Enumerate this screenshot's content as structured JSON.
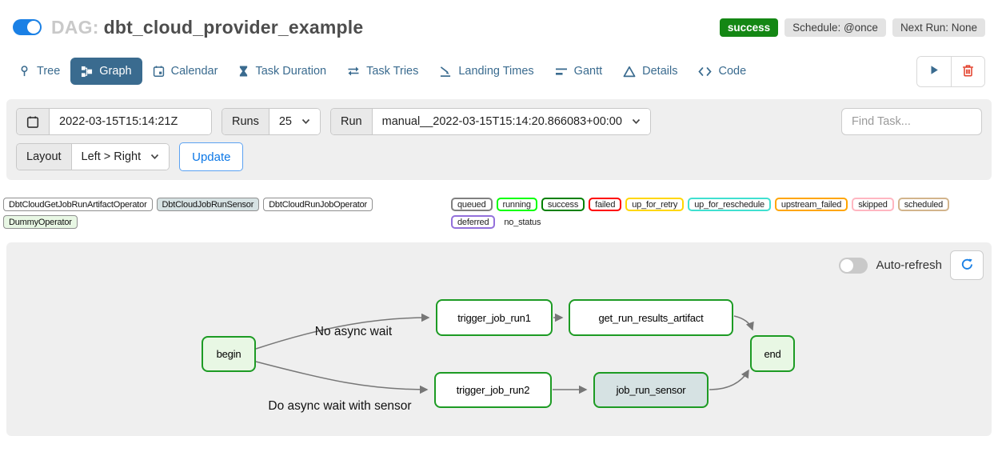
{
  "header": {
    "dag_prefix": "DAG:",
    "dag_title": "dbt_cloud_provider_example",
    "status_badge": "success",
    "schedule_badge": "Schedule: @once",
    "next_run_badge": "Next Run: None"
  },
  "tabs": [
    {
      "label": "Tree"
    },
    {
      "label": "Graph",
      "active": true
    },
    {
      "label": "Calendar"
    },
    {
      "label": "Task Duration"
    },
    {
      "label": "Task Tries"
    },
    {
      "label": "Landing Times"
    },
    {
      "label": "Gantt"
    },
    {
      "label": "Details"
    },
    {
      "label": "Code"
    }
  ],
  "filters": {
    "date_value": "2022-03-15T15:14:21Z",
    "runs_label": "Runs",
    "runs_value": "25",
    "run_label": "Run",
    "run_value": "manual__2022-03-15T15:14:20.866083+00:00",
    "find_task_placeholder": "Find Task...",
    "layout_label": "Layout",
    "layout_value": "Left > Right",
    "update_label": "Update"
  },
  "legend": {
    "operators": [
      {
        "label": "DbtCloudGetJobRunArtifactOperator",
        "color": "#ffffff"
      },
      {
        "label": "DbtCloudJobRunSensor",
        "color": "#d6e2e3"
      },
      {
        "label": "DbtCloudRunJobOperator",
        "color": "#ffffff"
      },
      {
        "label": "DummyOperator",
        "color": "#e8f7e4"
      }
    ],
    "statuses": [
      {
        "label": "queued",
        "color": "#808080"
      },
      {
        "label": "running",
        "color": "#00ff00"
      },
      {
        "label": "success",
        "color": "#008000"
      },
      {
        "label": "failed",
        "color": "#ff0000"
      },
      {
        "label": "up_for_retry",
        "color": "#ffd700"
      },
      {
        "label": "up_for_reschedule",
        "color": "#40e0d0"
      },
      {
        "label": "upstream_failed",
        "color": "#ffa500"
      },
      {
        "label": "skipped",
        "color": "#ffb6c1"
      },
      {
        "label": "scheduled",
        "color": "#d2b48c"
      },
      {
        "label": "deferred",
        "color": "#9370db"
      },
      {
        "label": "no_status",
        "color": "none"
      }
    ]
  },
  "graph_panel": {
    "auto_refresh_label": "Auto-refresh",
    "node_border_color": "#1d9b24",
    "edge_color": "#777777",
    "nodes": [
      {
        "id": "begin",
        "label": "begin",
        "fill": "#e8f7e4"
      },
      {
        "id": "trigger_job_run1",
        "label": "trigger_job_run1",
        "fill": "#ffffff"
      },
      {
        "id": "get_run_results_artifact",
        "label": "get_run_results_artifact",
        "fill": "#ffffff"
      },
      {
        "id": "end",
        "label": "end",
        "fill": "#e8f7e4"
      },
      {
        "id": "trigger_job_run2",
        "label": "trigger_job_run2",
        "fill": "#ffffff"
      },
      {
        "id": "job_run_sensor",
        "label": "job_run_sensor",
        "fill": "#d6e2e3"
      }
    ],
    "edges": [
      {
        "from": "begin",
        "to": "trigger_job_run1"
      },
      {
        "from": "begin",
        "to": "trigger_job_run2"
      },
      {
        "from": "trigger_job_run1",
        "to": "get_run_results_artifact"
      },
      {
        "from": "get_run_results_artifact",
        "to": "end"
      },
      {
        "from": "trigger_job_run2",
        "to": "job_run_sensor"
      },
      {
        "from": "job_run_sensor",
        "to": "end"
      }
    ],
    "edge_labels": [
      {
        "text": "No async wait"
      },
      {
        "text": "Do async wait with sensor"
      }
    ]
  }
}
